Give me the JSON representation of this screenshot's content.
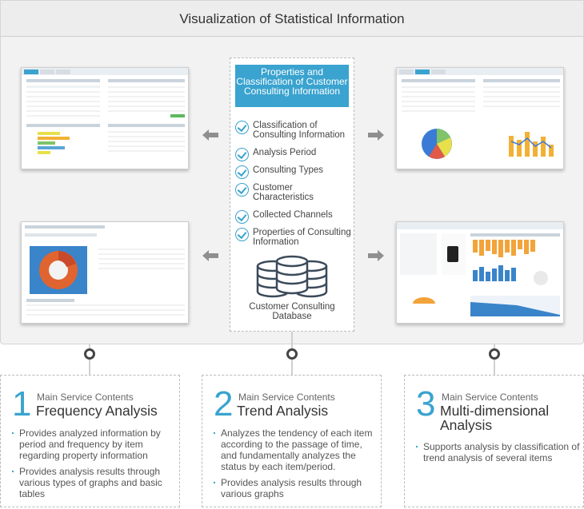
{
  "title": "Visualization of Statistical Information",
  "center": {
    "heading": "Properties and Classification of Customer Consulting Information",
    "items": [
      "Classification of Consulting Information",
      "Analysis Period",
      "Consulting Types",
      "Customer Characteristics",
      "Collected Channels",
      "Properties of Consulting Information"
    ],
    "database_label": "Customer Consulting Database"
  },
  "cards": [
    {
      "number": "1",
      "subtitle": "Main Service Contents",
      "title": "Frequency Analysis",
      "bullets": [
        "Provides analyzed information by period and frequency by item regarding property information",
        "Provides analysis results through various types of graphs and basic tables"
      ]
    },
    {
      "number": "2",
      "subtitle": "Main Service Contents",
      "title": "Trend Analysis",
      "bullets": [
        "Analyzes the tendency of each item according to the passage of time, and fundamentally analyzes the status by each item/period.",
        "Provides analysis results through various graphs"
      ]
    },
    {
      "number": "3",
      "subtitle": "Main Service Contents",
      "title": "Multi-dimensional Analysis",
      "bullets": [
        "Supports analysis by classification of trend analysis of several items"
      ]
    }
  ],
  "colors": {
    "accent": "#3aa3cf",
    "arrow": "#8f8f8f",
    "panel_bg": "#f2f2f2"
  },
  "icons": [
    "check-icon",
    "database-icon",
    "arrow-left-icon",
    "arrow-right-icon"
  ]
}
